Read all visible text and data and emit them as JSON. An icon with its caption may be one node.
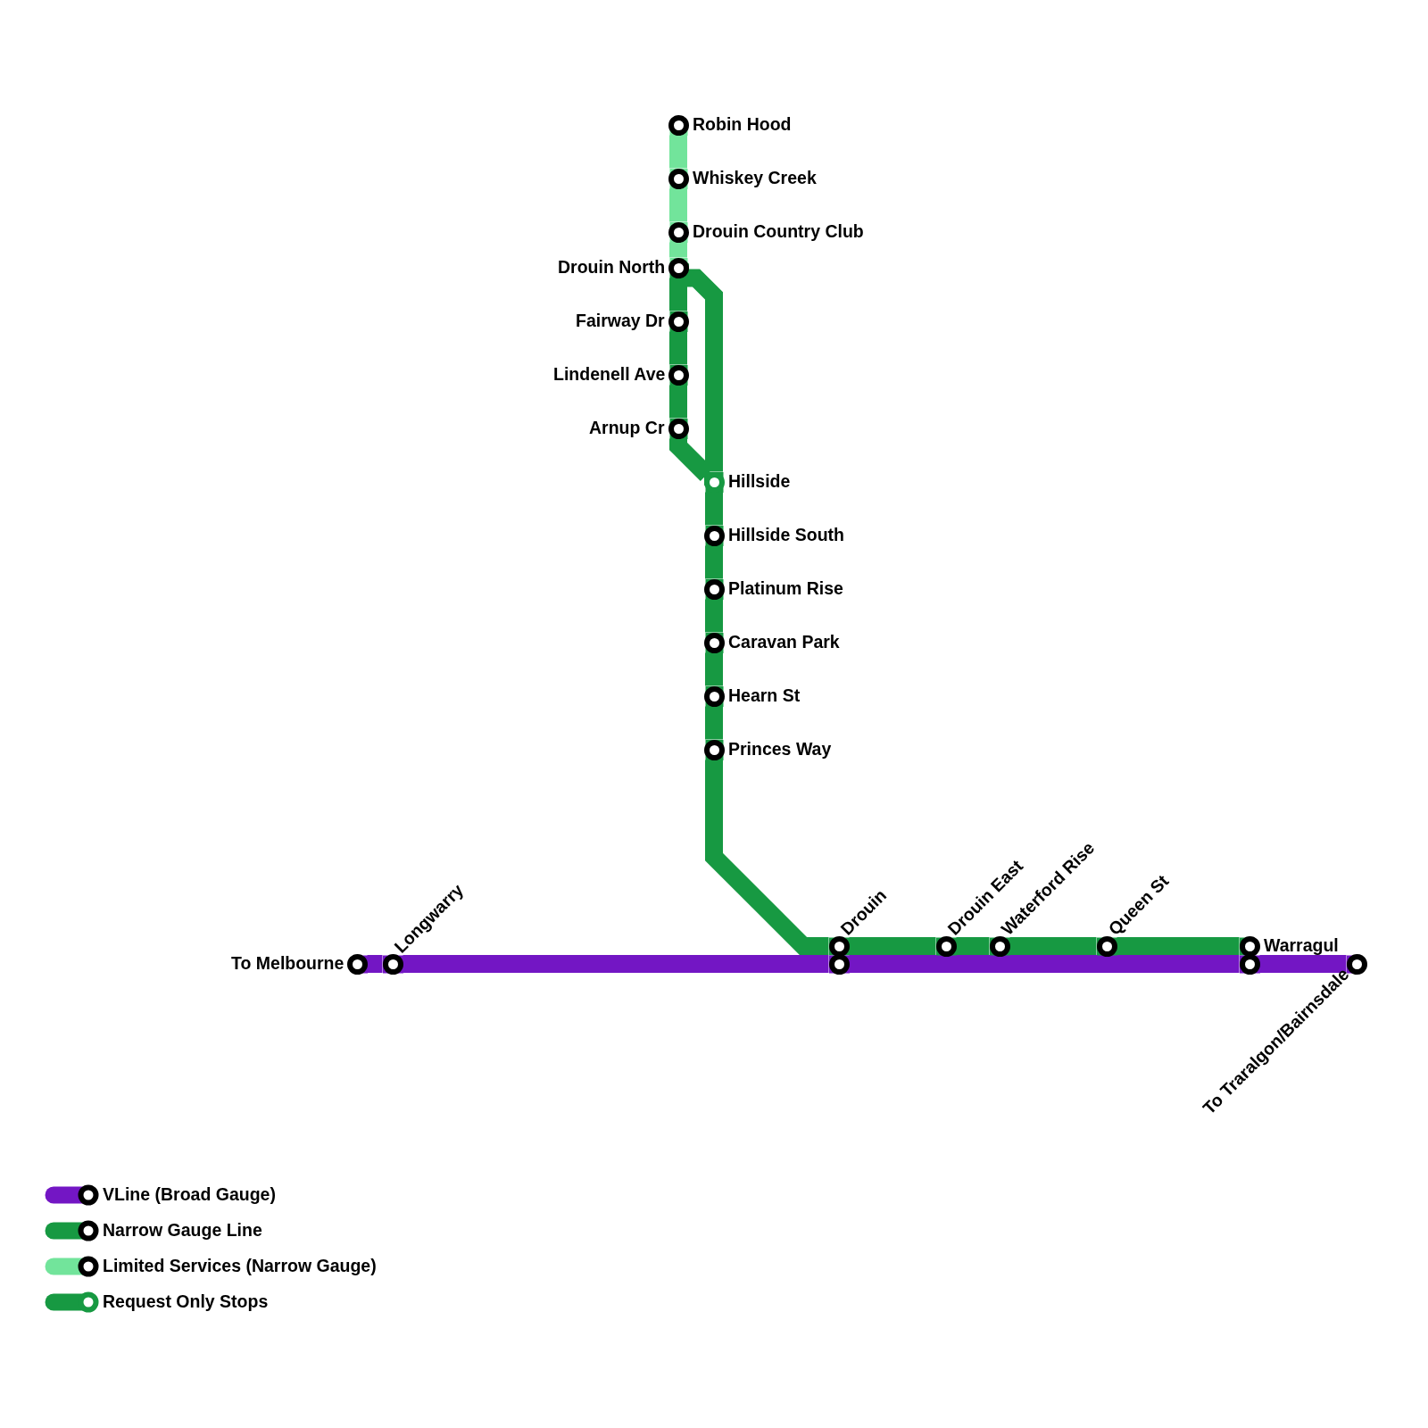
{
  "diagram": {
    "nodes": [
      {
        "text": [],
        "shape": "circle",
        "beside": [
          "Robin Hood"
        ]
      },
      {
        "text": [],
        "shape": "circle",
        "beside": [
          "Whiskey Creek"
        ]
      },
      {
        "text": [],
        "shape": "circle",
        "beside": [
          "Drouin Country Club"
        ]
      },
      {
        "text": [],
        "shape": "circle",
        "beside": [
          "Drouin North"
        ]
      },
      {
        "text": [],
        "shape": "circle",
        "beside": [
          "Fairway Dr"
        ]
      },
      {
        "text": [],
        "shape": "circle",
        "beside": [
          "Lindenell Ave"
        ]
      },
      {
        "text": [],
        "shape": "circle",
        "beside": [
          "Arnup Cr"
        ]
      },
      {
        "text": [],
        "shape": "dot",
        "beside": [
          "Hillside"
        ]
      },
      {
        "text": [],
        "shape": "circle",
        "beside": [
          "Hillside South"
        ]
      },
      {
        "text": [],
        "shape": "circle",
        "beside": [
          "Platinum Rise"
        ]
      },
      {
        "text": [],
        "shape": "circle",
        "beside": [
          "Caravan Park"
        ]
      },
      {
        "text": [],
        "shape": "circle",
        "beside": [
          "Hearn St"
        ]
      },
      {
        "text": [],
        "shape": "circle",
        "beside": [
          "Princes Way"
        ]
      },
      {
        "text": [],
        "shape": "circle",
        "beside": [
          "To Melbourne"
        ]
      },
      {
        "text": [],
        "shape": "circle",
        "beside": [
          "Longwarry"
        ]
      },
      {
        "text": [],
        "shape": "circle",
        "beside": [
          "Drouin"
        ]
      },
      {
        "text": [],
        "shape": "circle"
      },
      {
        "text": [],
        "shape": "circle",
        "beside": [
          "Drouin East"
        ]
      },
      {
        "text": [],
        "shape": "circle",
        "beside": [
          "Waterford Rise"
        ]
      },
      {
        "text": [],
        "shape": "circle",
        "beside": [
          "Queen St"
        ]
      },
      {
        "text": [],
        "shape": "circle",
        "beside": [
          "Warragul"
        ]
      },
      {
        "text": [],
        "shape": "circle"
      },
      {
        "text": [],
        "shape": "circle",
        "beside": [
          "To Traralgon/Bairnsdale"
        ]
      }
    ],
    "edges": [
      {
        "from": 0,
        "to": 1,
        "arrow": "none",
        "color": "#72e49b"
      },
      {
        "from": 1,
        "to": 2,
        "arrow": "none",
        "color": "#72e49b"
      },
      {
        "from": 2,
        "to": 3,
        "arrow": "none",
        "color": "#72e49b"
      },
      {
        "from": 3,
        "to": 4,
        "arrow": "none"
      },
      {
        "from": 4,
        "to": 5,
        "arrow": "none"
      },
      {
        "from": 5,
        "to": 6,
        "arrow": "none"
      },
      {
        "from": 6,
        "to": 7,
        "arrow": "none"
      },
      {
        "from": 3,
        "to": 7,
        "arrow": "none"
      },
      {
        "from": 7,
        "to": 8,
        "arrow": "none"
      },
      {
        "from": 8,
        "to": 9,
        "arrow": "none"
      },
      {
        "from": 9,
        "to": 10,
        "arrow": "none"
      },
      {
        "from": 10,
        "to": 11,
        "arrow": "none"
      },
      {
        "from": 11,
        "to": 12,
        "arrow": "none"
      },
      {
        "from": 12,
        "to": 15,
        "arrow": "none"
      },
      {
        "from": 15,
        "to": 17,
        "arrow": "none"
      },
      {
        "from": 17,
        "to": 18,
        "arrow": "none"
      },
      {
        "from": 18,
        "to": 19,
        "arrow": "none"
      },
      {
        "from": 19,
        "to": 20,
        "arrow": "none"
      },
      {
        "from": 13,
        "to": 14,
        "arrow": "none",
        "color": "#7316c4"
      },
      {
        "from": 14,
        "to": 16,
        "arrow": "none",
        "color": "#7316c4"
      },
      {
        "from": 16,
        "to": 21,
        "arrow": "none",
        "color": "#7316c4"
      },
      {
        "from": 21,
        "to": 22,
        "arrow": "none",
        "color": "#7316c4"
      }
    ],
    "legend": [
      {
        "text": "VLine (Broad Gauge)",
        "color": "#7316c4"
      },
      {
        "text": "Narrow Gauge Line",
        "color": "#179942"
      },
      {
        "text": "Limited Services (Narrow Gauge)",
        "color": "#72e49b"
      },
      {
        "text": "Request Only Stops",
        "color": "#179942"
      }
    ]
  }
}
